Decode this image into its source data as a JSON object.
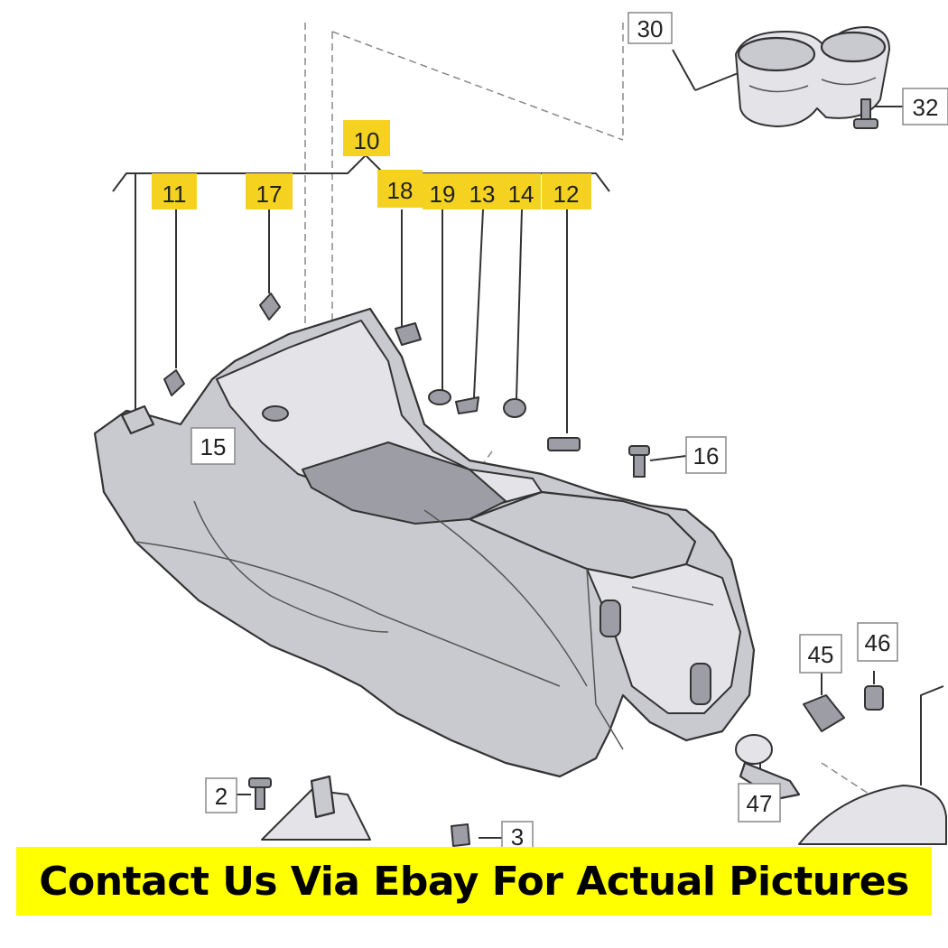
{
  "diagram": {
    "part_numbers": {
      "p10": "10",
      "p11": "11",
      "p17": "17",
      "p18": "18",
      "p19": "19",
      "p13": "13",
      "p14": "14",
      "p12": "12",
      "p15": "15",
      "p16": "16",
      "p30": "30",
      "p32": "32",
      "p45": "45",
      "p46": "46",
      "p47": "47",
      "p2": "2",
      "p3": "3"
    },
    "highlighted_callouts": [
      "10",
      "11",
      "17",
      "18",
      "19",
      "13",
      "14",
      "12"
    ],
    "highlight_color": "#f5d21f"
  },
  "banner": {
    "text": "Contact Us Via Ebay For Actual Pictures",
    "background": "#ffff00",
    "color": "#000000"
  }
}
